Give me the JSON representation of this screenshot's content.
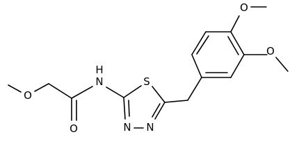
{
  "diagram_type": "chemical-structure",
  "atom_labels": {
    "methoxy_o_left": "O",
    "carbonyl_o": "O",
    "amide_nh": "N",
    "amide_h": "H",
    "thiadiazole_s": "S",
    "thiadiazole_n3": "N",
    "thiadiazole_n4": "N",
    "aryl_methoxy_o_top": "O",
    "aryl_methoxy_o_right": "O"
  },
  "colors": {
    "bond": "#000000",
    "text": "#000000",
    "background": "#ffffff"
  }
}
